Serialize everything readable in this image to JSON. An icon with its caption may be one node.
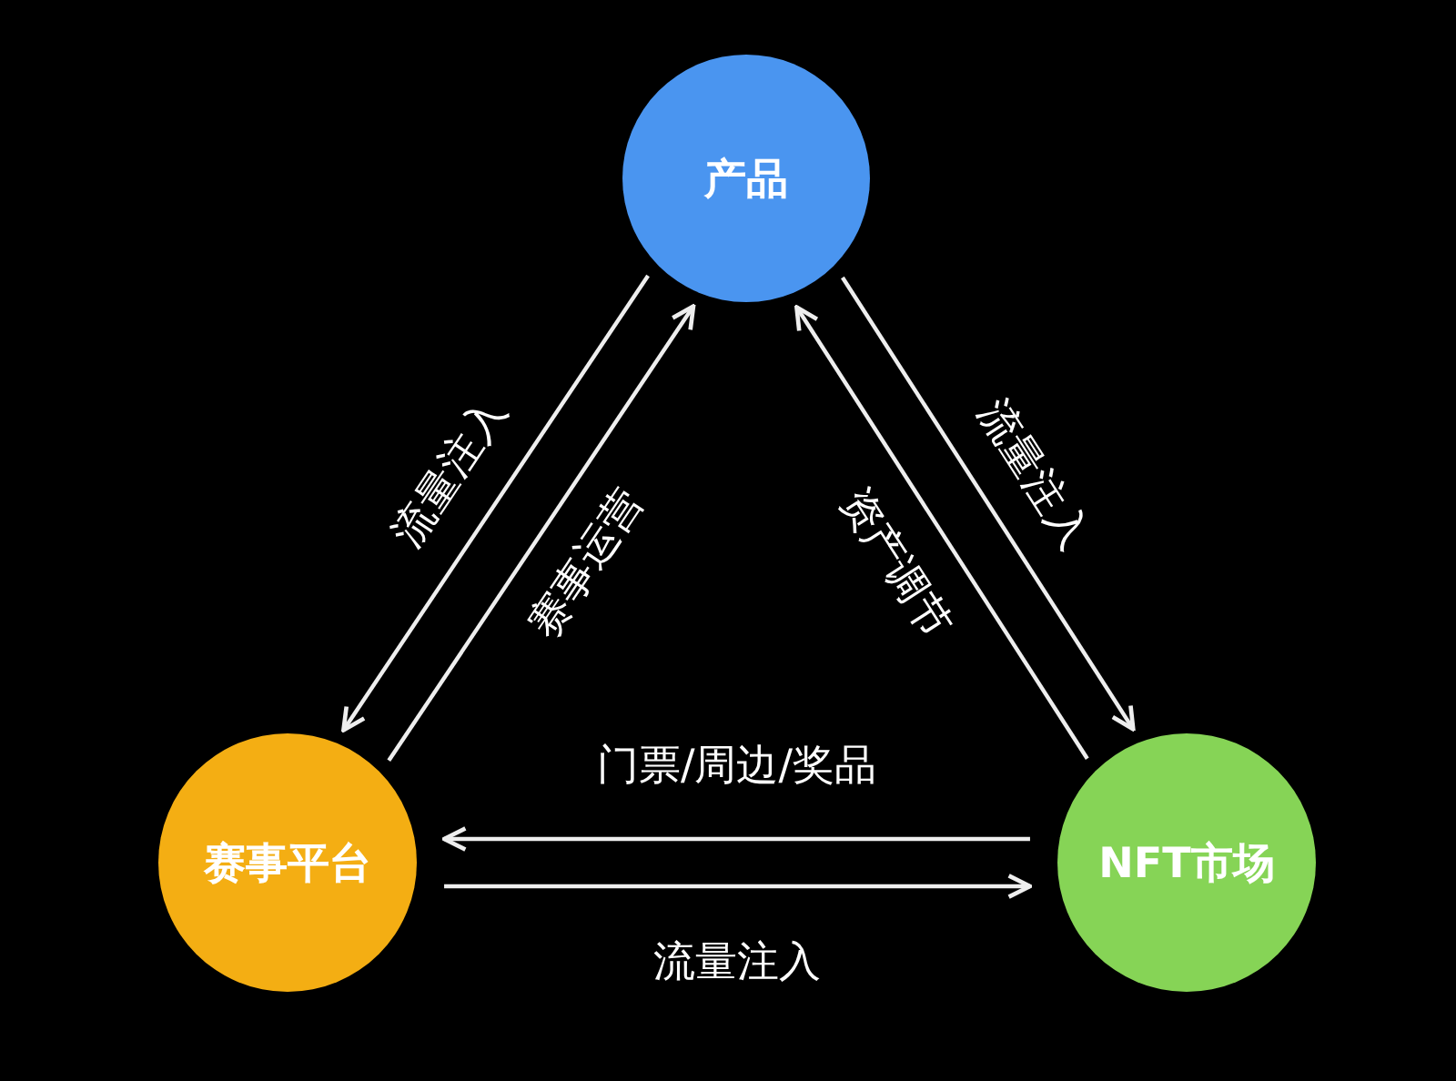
{
  "diagram": {
    "nodes": [
      {
        "text": [
          "产品"
        ]
      },
      {
        "text": [
          "赛事平台"
        ]
      },
      {
        "text": [
          "NFT市场"
        ]
      }
    ],
    "edges": [
      {
        "from": 0,
        "to": 1,
        "arrow": "to",
        "label": "流量注入"
      },
      {
        "from": 1,
        "to": 0,
        "arrow": "to",
        "label": "赛事运营"
      },
      {
        "from": 0,
        "to": 2,
        "arrow": "to",
        "label": "流量注入"
      },
      {
        "from": 2,
        "to": 0,
        "arrow": "to",
        "label": "资产调节"
      },
      {
        "from": 2,
        "to": 1,
        "arrow": "to",
        "label": "门票/周边/奖品"
      },
      {
        "from": 1,
        "to": 2,
        "arrow": "to",
        "label": "流量注入"
      }
    ]
  }
}
